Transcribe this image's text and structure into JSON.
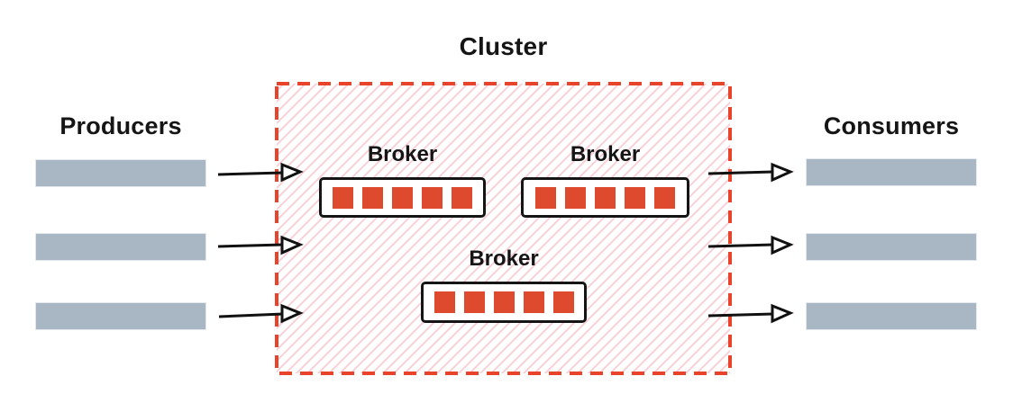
{
  "cluster": {
    "title": "Cluster"
  },
  "producers": {
    "label": "Producers",
    "count": 3
  },
  "consumers": {
    "label": "Consumers",
    "count": 3
  },
  "brokers": [
    {
      "label": "Broker",
      "partition_count": 5
    },
    {
      "label": "Broker",
      "partition_count": 5
    },
    {
      "label": "Broker",
      "partition_count": 5
    }
  ],
  "colors": {
    "cluster_border": "#e8432b",
    "cluster_hatch": "#f8cdd5",
    "partition_fill": "#de4a2d",
    "bar_fill": "#a9b6c3",
    "arrow": "#111111"
  }
}
